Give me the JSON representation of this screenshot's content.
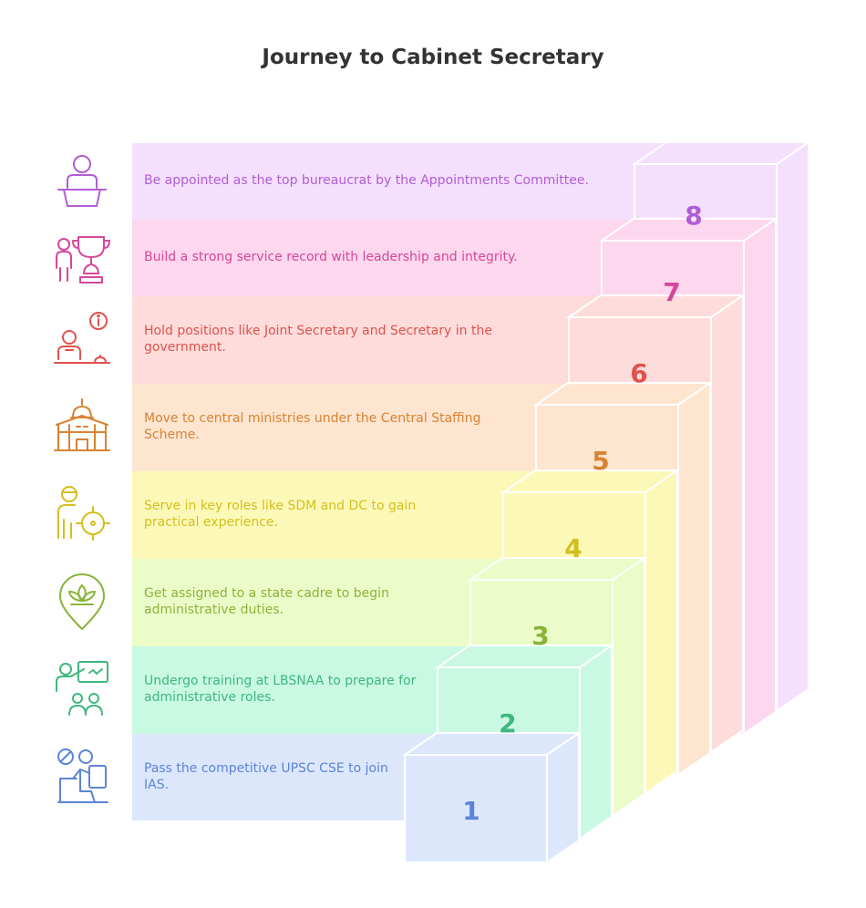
{
  "title": "Journey to Cabinet Secretary",
  "steps": [
    {
      "number": "1",
      "text": "Pass the competitive UPSC CSE to join IAS.",
      "color": "#5b84d6",
      "fill": "#dde7fc",
      "icon": "student-exam-icon"
    },
    {
      "number": "2",
      "text": "Undergo training at LBSNAA to prepare for administrative roles.",
      "color": "#3fb77e",
      "fill": "#c9f9e2",
      "icon": "training-presentation-icon"
    },
    {
      "number": "3",
      "text": "Get assigned to a state cadre to begin administrative duties.",
      "color": "#8ab33a",
      "fill": "#ecfcc8",
      "icon": "location-pin-lotus-icon"
    },
    {
      "number": "4",
      "text": "Serve in key roles like SDM and DC to gain practical experience.",
      "color": "#d4be1e",
      "fill": "#fcf9b8",
      "icon": "officer-target-icon"
    },
    {
      "number": "5",
      "text": "Move to central ministries under the Central Staffing Scheme.",
      "color": "#d98233",
      "fill": "#fde5d0",
      "icon": "government-building-icon"
    },
    {
      "number": "6",
      "text": "Hold positions like Joint Secretary and Secretary in the government.",
      "color": "#e0524d",
      "fill": "#fddcdb",
      "icon": "official-desk-info-icon"
    },
    {
      "number": "7",
      "text": "Build a strong service record with leadership and integrity.",
      "color": "#d6479a",
      "fill": "#fcd7ee",
      "icon": "person-trophy-icon"
    },
    {
      "number": "8",
      "text": "Be appointed as the top bureaucrat by the Appointments Committee.",
      "color": "#b25cd6",
      "fill": "#f4e0fc",
      "icon": "speaker-podium-icon"
    }
  ]
}
